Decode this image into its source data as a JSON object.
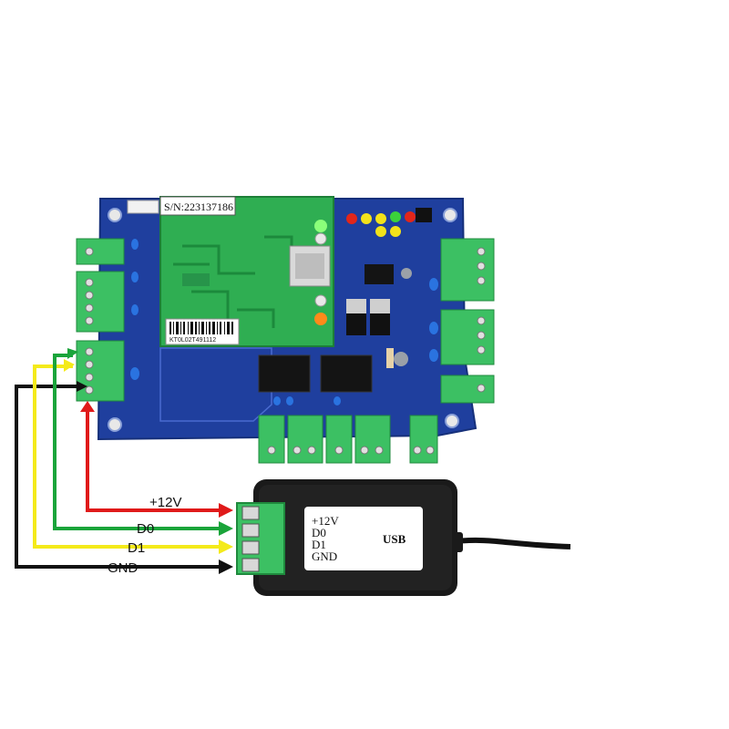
{
  "board": {
    "serial_label": "S/N:223137186",
    "barcode_text": "KT0L02T491112",
    "colors": {
      "pcb": "#1f3f9e",
      "module": "#2fae52",
      "terminal": "#3cc063"
    }
  },
  "adapter": {
    "pins": [
      "+12V",
      "D0",
      "D1",
      "GND"
    ],
    "usb_label": "USB"
  },
  "wires": [
    {
      "label": "+12V",
      "color": "#e01a1a"
    },
    {
      "label": "D0",
      "color": "#1aa43a"
    },
    {
      "label": "D1",
      "color": "#f4ea1a"
    },
    {
      "label": "GND",
      "color": "#111111"
    }
  ]
}
